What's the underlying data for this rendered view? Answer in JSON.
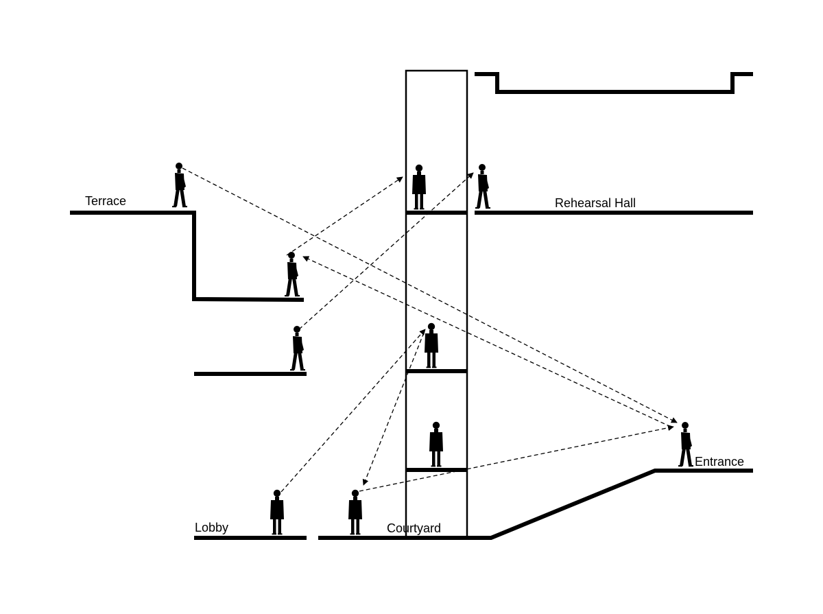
{
  "labels": {
    "terrace": "Terrace",
    "rehearsal_hall": "Rehearsal Hall",
    "entrance": "Entrance",
    "lobby": "Lobby",
    "courtyard": "Courtyard"
  },
  "colors": {
    "ink": "#000000",
    "background": "#ffffff"
  }
}
